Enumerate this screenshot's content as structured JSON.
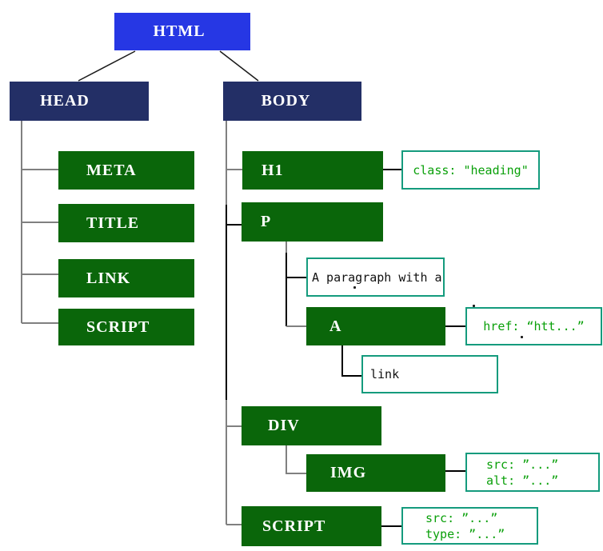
{
  "diagram": {
    "kind": "html-dom-tree"
  },
  "nodes": {
    "html": {
      "label": "HTML"
    },
    "head": {
      "label": "HEAD"
    },
    "body": {
      "label": "BODY"
    },
    "meta": {
      "label": "META"
    },
    "title": {
      "label": "TITLE"
    },
    "link": {
      "label": "LINK"
    },
    "head_script": {
      "label": "SCRIPT"
    },
    "h1": {
      "label": "H1"
    },
    "p": {
      "label": "P"
    },
    "a": {
      "label": "A"
    },
    "div": {
      "label": "DIV"
    },
    "img": {
      "label": "IMG"
    },
    "body_script": {
      "label": "SCRIPT"
    }
  },
  "text_nodes": {
    "paragraph_text": "A paragraph with a",
    "link_text": "link"
  },
  "attribute_labels": {
    "h1_class": "class: \"heading\"",
    "a_href": "href: “htt...”",
    "img_src": "src: ”...”",
    "img_alt": "alt: ”...”",
    "script_src": "src: ”...”",
    "script_type": "type: ”...”"
  },
  "colors": {
    "root_blue": "#2637e4",
    "section_navy": "#232f66",
    "element_green": "#0a660a",
    "callout_border_teal": "#149b7d",
    "attribute_text_green": "#0aa00a",
    "connector_gray": "#808080",
    "connector_black": "#000000"
  }
}
